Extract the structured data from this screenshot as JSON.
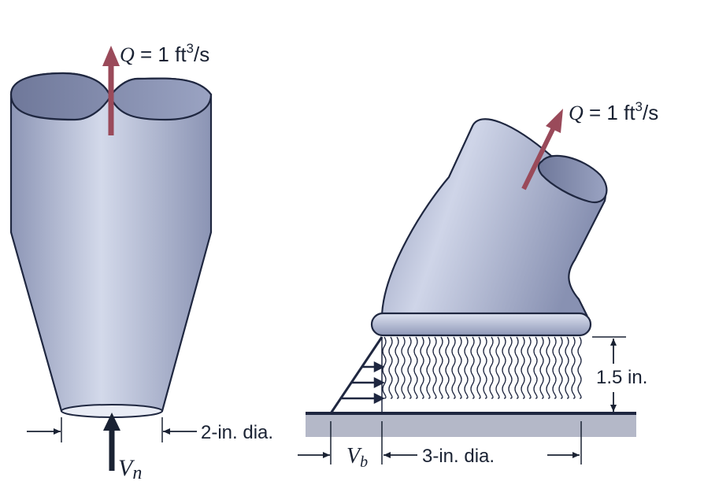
{
  "left_nozzle": {
    "flow_symbol": "Q",
    "flow_equals": " = 1 ft",
    "flow_exponent": "3",
    "flow_unit": "/s",
    "velocity_symbol": "V",
    "velocity_subscript": "n",
    "diameter_label": "2-in. dia."
  },
  "right_nozzle": {
    "flow_symbol": "Q",
    "flow_equals": " = 1 ft",
    "flow_exponent": "3",
    "flow_unit": "/s",
    "height_label": "1.5 in.",
    "velocity_symbol": "V",
    "velocity_subscript": "b",
    "diameter_label": "3-in. dia."
  },
  "colors": {
    "body_fill": "#a7b0cc",
    "body_highlight": "#d3d9ea",
    "outline": "#1f2740",
    "flow_arrow": "#9a4a5a",
    "dimension": "#1a2233",
    "floor": "#b4b8c8"
  }
}
